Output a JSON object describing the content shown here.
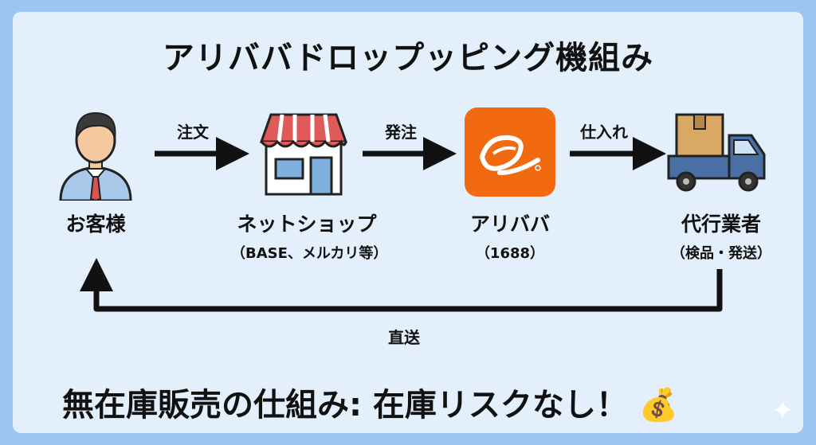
{
  "title": "アリババドロップッピング機組み",
  "nodes": {
    "customer": {
      "label": "お客様"
    },
    "shop": {
      "label": "ネットショップ",
      "sub": "（BASE、メルカリ等）"
    },
    "alibaba": {
      "label": "アリババ",
      "sub": "（1688）"
    },
    "agent": {
      "label": "代行業者",
      "sub": "（検品・発送）"
    }
  },
  "arrows": {
    "order": "注文",
    "place_order": "発注",
    "purchase": "仕入れ",
    "direct_ship": "直送"
  },
  "footer": {
    "text": "無在庫販売の仕組み: 在庫リスクなし！",
    "emoji": "💰"
  },
  "colors": {
    "background_frame": "#9cc6ef",
    "panel": "#e3f0fb",
    "alibaba_orange": "#f26a10",
    "awning_red": "#e05a5a",
    "truck_blue": "#4a6fa5"
  }
}
